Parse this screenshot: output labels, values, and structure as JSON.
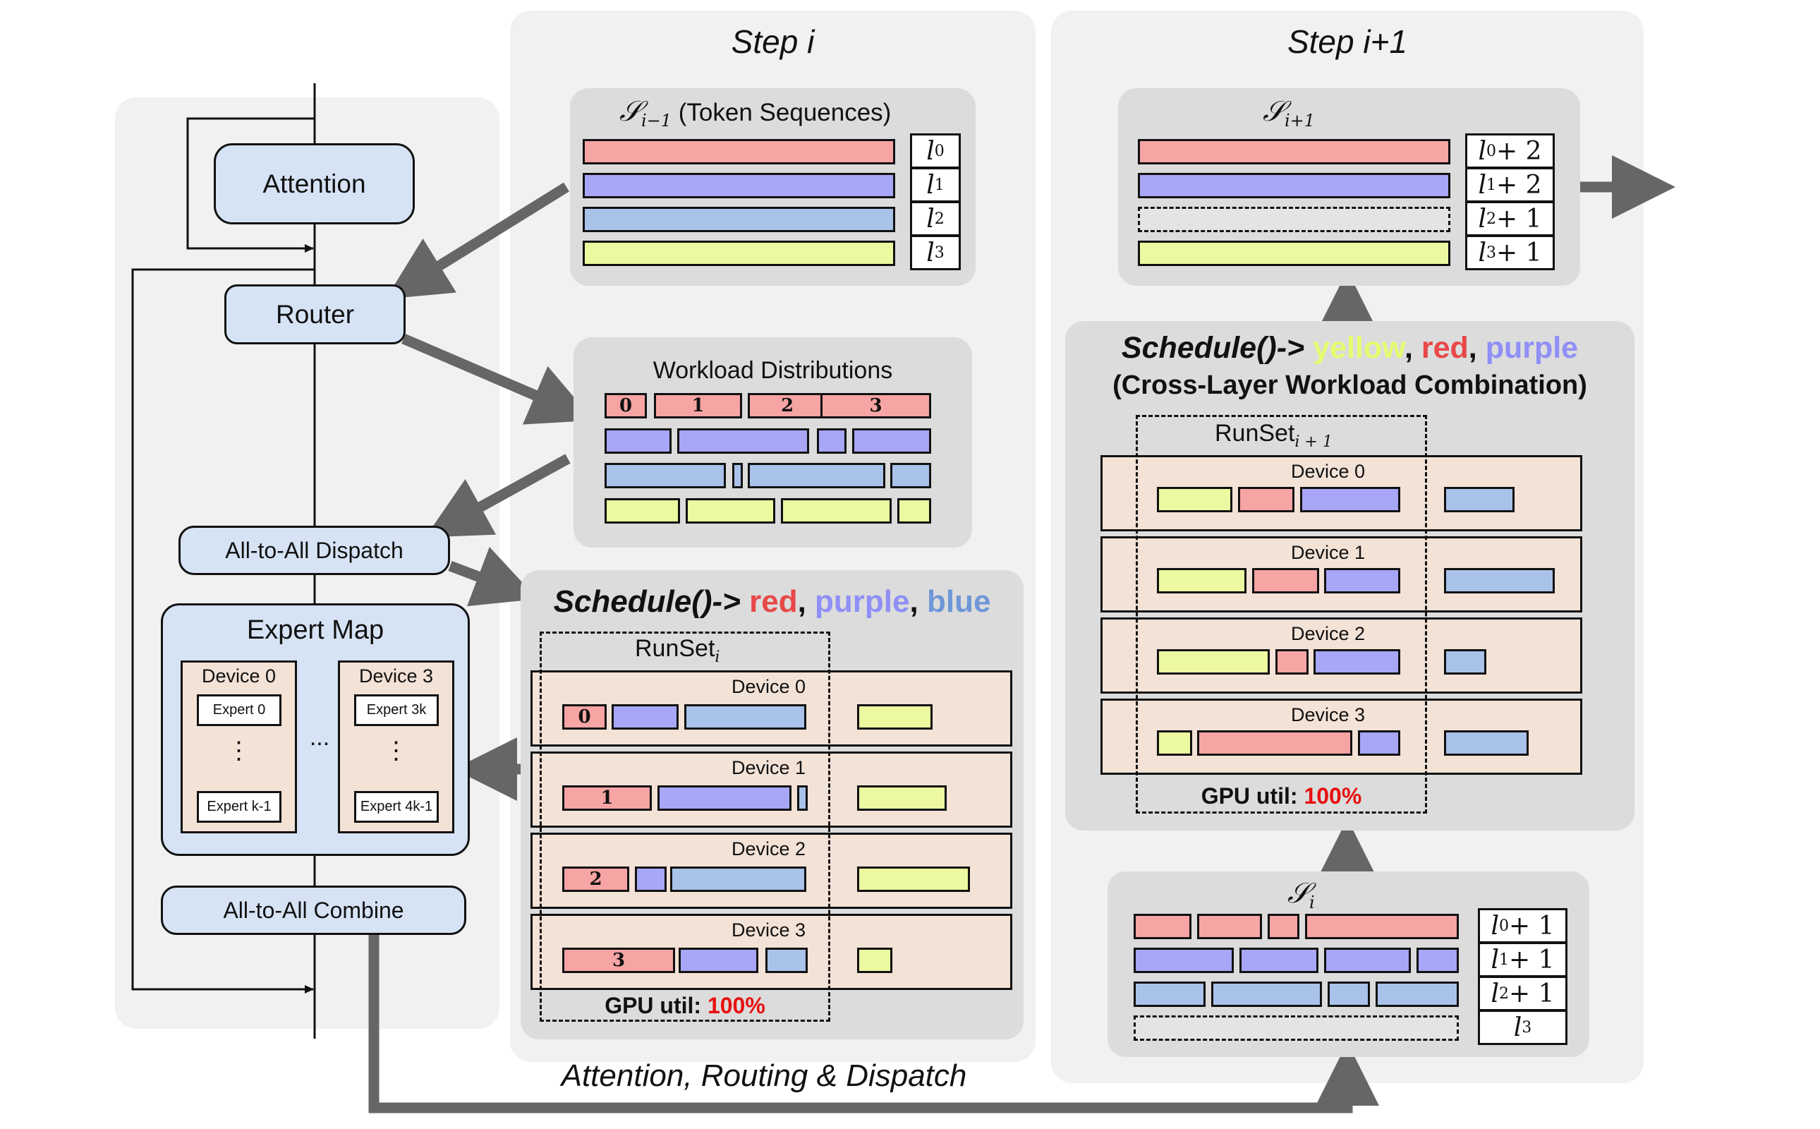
{
  "colors": {
    "red": "#f6a4a4",
    "purple": "#a7a6f7",
    "blue": "#a9c2ea",
    "yellow": "#ecf9a0",
    "highlight_red": "#e81010",
    "word_purple": "#8f8ff7",
    "word_blue": "#6f97d8",
    "word_yellow": "#e6fb6f"
  },
  "left": {
    "attention": "Attention",
    "router": "Router",
    "dispatch": "All-to-All Dispatch",
    "expert_map": {
      "title": "Expert Map",
      "devices": [
        {
          "name": "Device 0",
          "first": "Expert 0",
          "last": "Expert k-1"
        },
        {
          "name": "Device 3",
          "first": "Expert 3k",
          "last": "Expert 4k-1"
        }
      ],
      "vdots": "⋮",
      "ellipsis": "..."
    },
    "combine": "All-to-All Combine"
  },
  "step_i": {
    "title": "Step i",
    "seq": {
      "symbol": "𝒮",
      "sub": "i−1",
      "desc": "(Token Sequences)",
      "lengths": [
        {
          "base": "l",
          "sub": "0"
        },
        {
          "base": "l",
          "sub": "1"
        },
        {
          "base": "l",
          "sub": "2"
        },
        {
          "base": "l",
          "sub": "3"
        }
      ]
    },
    "workload": {
      "title": "Workload Distributions",
      "labels": [
        "0",
        "1",
        "2",
        "3"
      ]
    },
    "schedule": {
      "prefix": "Schedule()->",
      "w1": "red",
      "sep1": ",",
      "w2": "purple",
      "sep2": ",",
      "w3": "blue"
    },
    "runset": {
      "base": "RunSet",
      "sub": "i"
    },
    "devices": [
      "Device 0",
      "Device 1",
      "Device 2",
      "Device 3"
    ],
    "device_labels": [
      "0",
      "1",
      "2",
      "3"
    ],
    "gpu_util": {
      "label": "GPU util:",
      "value": "100%"
    }
  },
  "caption": "Attention, Routing & Dispatch",
  "step_i1": {
    "title": "Step i+1",
    "seq_out": {
      "symbol": "𝒮",
      "sub": "i+1",
      "lengths": [
        {
          "base": "l",
          "sub": "0",
          "suffix": " + 2"
        },
        {
          "base": "l",
          "sub": "1",
          "suffix": " + 2"
        },
        {
          "base": "l",
          "sub": "2",
          "suffix": " + 1"
        },
        {
          "base": "l",
          "sub": "3",
          "suffix": " + 1"
        }
      ]
    },
    "schedule": {
      "prefix": "Schedule()->",
      "w1": "yellow",
      "sep1": ",",
      "w2": "red",
      "sep2": ",",
      "w3": "purple",
      "subtitle": "(Cross-Layer Workload Combination)"
    },
    "runset": {
      "base": "RunSet",
      "sub": "i + 1"
    },
    "devices": [
      "Device 0",
      "Device 1",
      "Device 2",
      "Device 3"
    ],
    "gpu_util": {
      "label": "GPU util:",
      "value": "100%"
    },
    "seq_in": {
      "symbol": "𝒮",
      "sub": "i",
      "lengths": [
        {
          "base": "l",
          "sub": "0",
          "suffix": " + 1"
        },
        {
          "base": "l",
          "sub": "1",
          "suffix": " + 1"
        },
        {
          "base": "l",
          "sub": "2",
          "suffix": " + 1"
        },
        {
          "base": "l",
          "sub": "3",
          "suffix": ""
        }
      ]
    }
  }
}
